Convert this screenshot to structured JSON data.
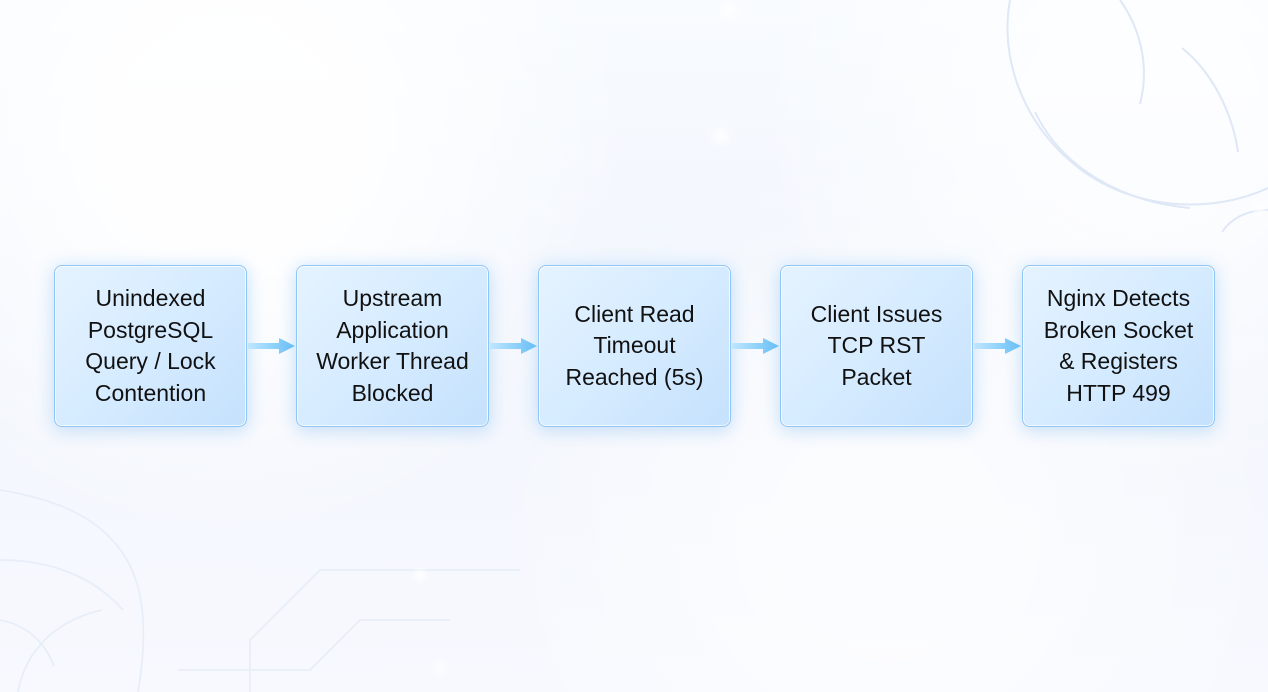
{
  "diagram": {
    "steps": [
      "Unindexed\nPostgreSQL\nQuery / Lock\nContention",
      "Upstream\nApplication\nWorker Thread\nBlocked",
      "Client Read\nTimeout\nReached (5s)",
      "Client Issues\nTCP RST\nPacket",
      "Nginx Detects\nBroken Socket\n& Registers\nHTTP 499"
    ],
    "colors": {
      "box_fill_start": "#e5f3ff",
      "box_fill_end": "#c5e1fd",
      "box_border": "#8fc6f6",
      "arrow": "#72c4f7",
      "text": "#111111"
    }
  }
}
